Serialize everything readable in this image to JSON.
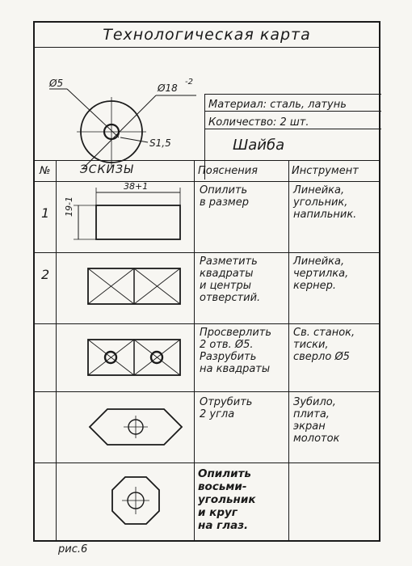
{
  "title": "Технологическая карта",
  "drawing": {
    "dim_inner": "Ø5",
    "dim_outer": "Ø18",
    "dim_outer_tol": "-2",
    "dim_thickness": "S1,5"
  },
  "info": {
    "material": "Материал: сталь, латунь",
    "quantity": "Количество: 2 шт.",
    "part_name": "Шайба"
  },
  "table": {
    "headers": [
      "№",
      "ЭСКИЗЫ",
      "Пояснения",
      "Инструмент"
    ],
    "rows": [
      {
        "num": "1",
        "dim_w": "38+1",
        "dim_h": "19-1",
        "explanation": "Опилить\nв размер",
        "tools": "Линейка,\nугольник,\nнапильник."
      },
      {
        "num": "2",
        "explanation": "Разметить\nквадраты\nи центры\nотверстий.",
        "tools": "Линейка,\nчертилка,\nкернер."
      },
      {
        "num": "",
        "explanation": "Просверлить\n2 отв. Ø5.\nРазрубить\nна квадраты",
        "tools": "Св. станок,\nтиски,\nсверло Ø5"
      },
      {
        "num": "",
        "explanation": "Отрубить\n2 угла",
        "tools": "Зубило,\nплита,\nэкран\nмолоток"
      },
      {
        "num": "",
        "explanation": "Опилить\nвосьми-\nугольник\nи круг\nна глаз.",
        "tools": ""
      }
    ]
  },
  "caption": "рис.6"
}
